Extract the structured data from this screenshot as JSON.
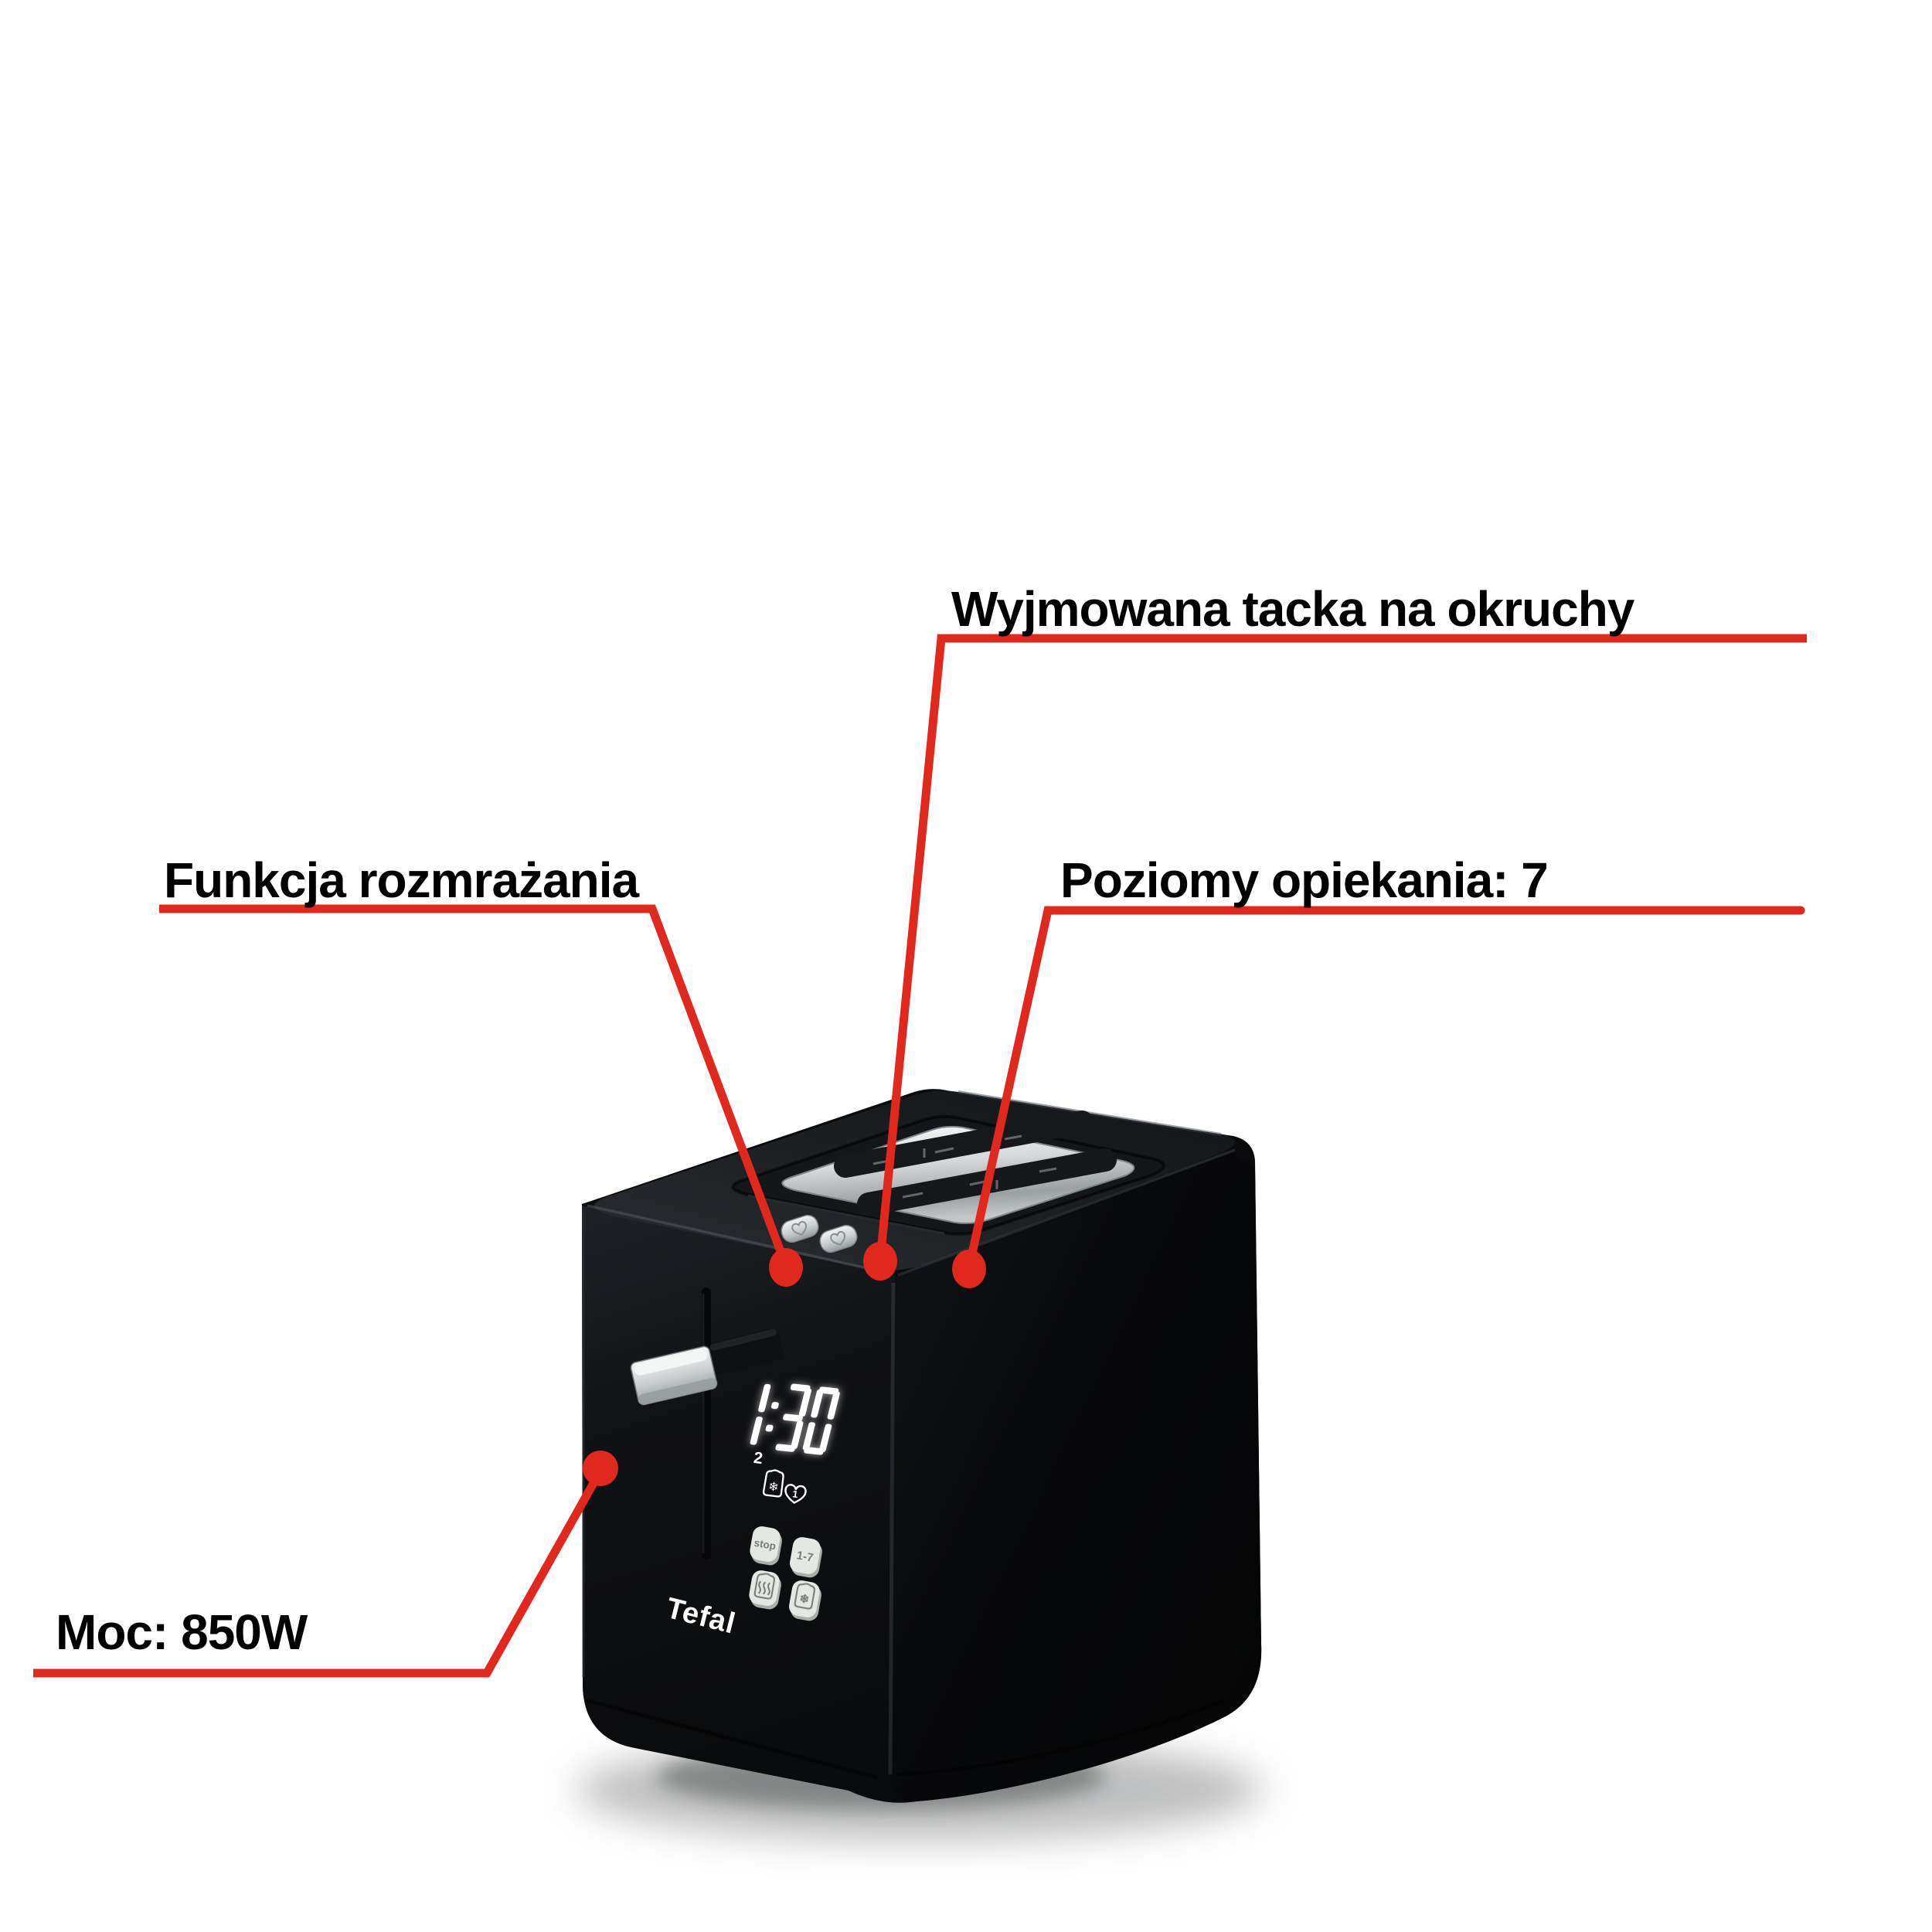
{
  "figure": {
    "background": "#ffffff",
    "accent_color": "#e0281e"
  },
  "annotations": {
    "labels": [
      {
        "id": "crumb_tray",
        "text": "Wyjmowana tacka na okruchy"
      },
      {
        "id": "defrost_function",
        "text": "Funkcja rozmrażania"
      },
      {
        "id": "browning_levels",
        "text": "Poziomy opiekania: 7"
      },
      {
        "id": "power",
        "text": "Moc: 850W"
      }
    ]
  },
  "toaster": {
    "brand": "Tefal",
    "display": {
      "time": "1:30",
      "slices": "2"
    },
    "controls": {
      "stop": "stop",
      "levels": "1-7"
    },
    "icons": {
      "snowflake_glyph": "❄",
      "favorite_number": "1",
      "defrost_indicator": "snowflake-bread",
      "favorite": "heart-1",
      "reheat": "steam-bread",
      "defrost_button": "snowflake-bread",
      "lift_buttons": "heart"
    }
  }
}
